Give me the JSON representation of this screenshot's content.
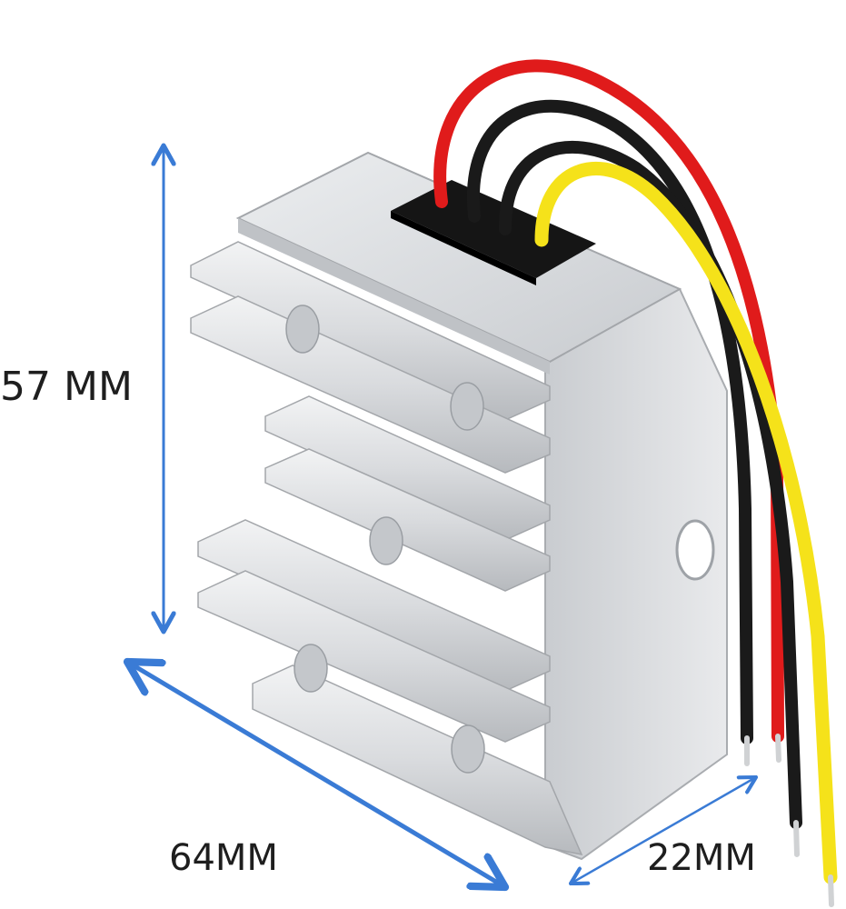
{
  "dimensions": {
    "height_label": "57 MM",
    "width_label": "64MM",
    "depth_label": "22MM"
  },
  "colors": {
    "arrow": "#3a7bd5",
    "wire_red": "#e01b1b",
    "wire_black": "#1a1a1a",
    "wire_yellow": "#f5e21a",
    "aluminum": "#d6d8db",
    "connector": "#151515"
  },
  "product": {
    "wire_colors": [
      "red",
      "black",
      "black",
      "yellow"
    ]
  }
}
